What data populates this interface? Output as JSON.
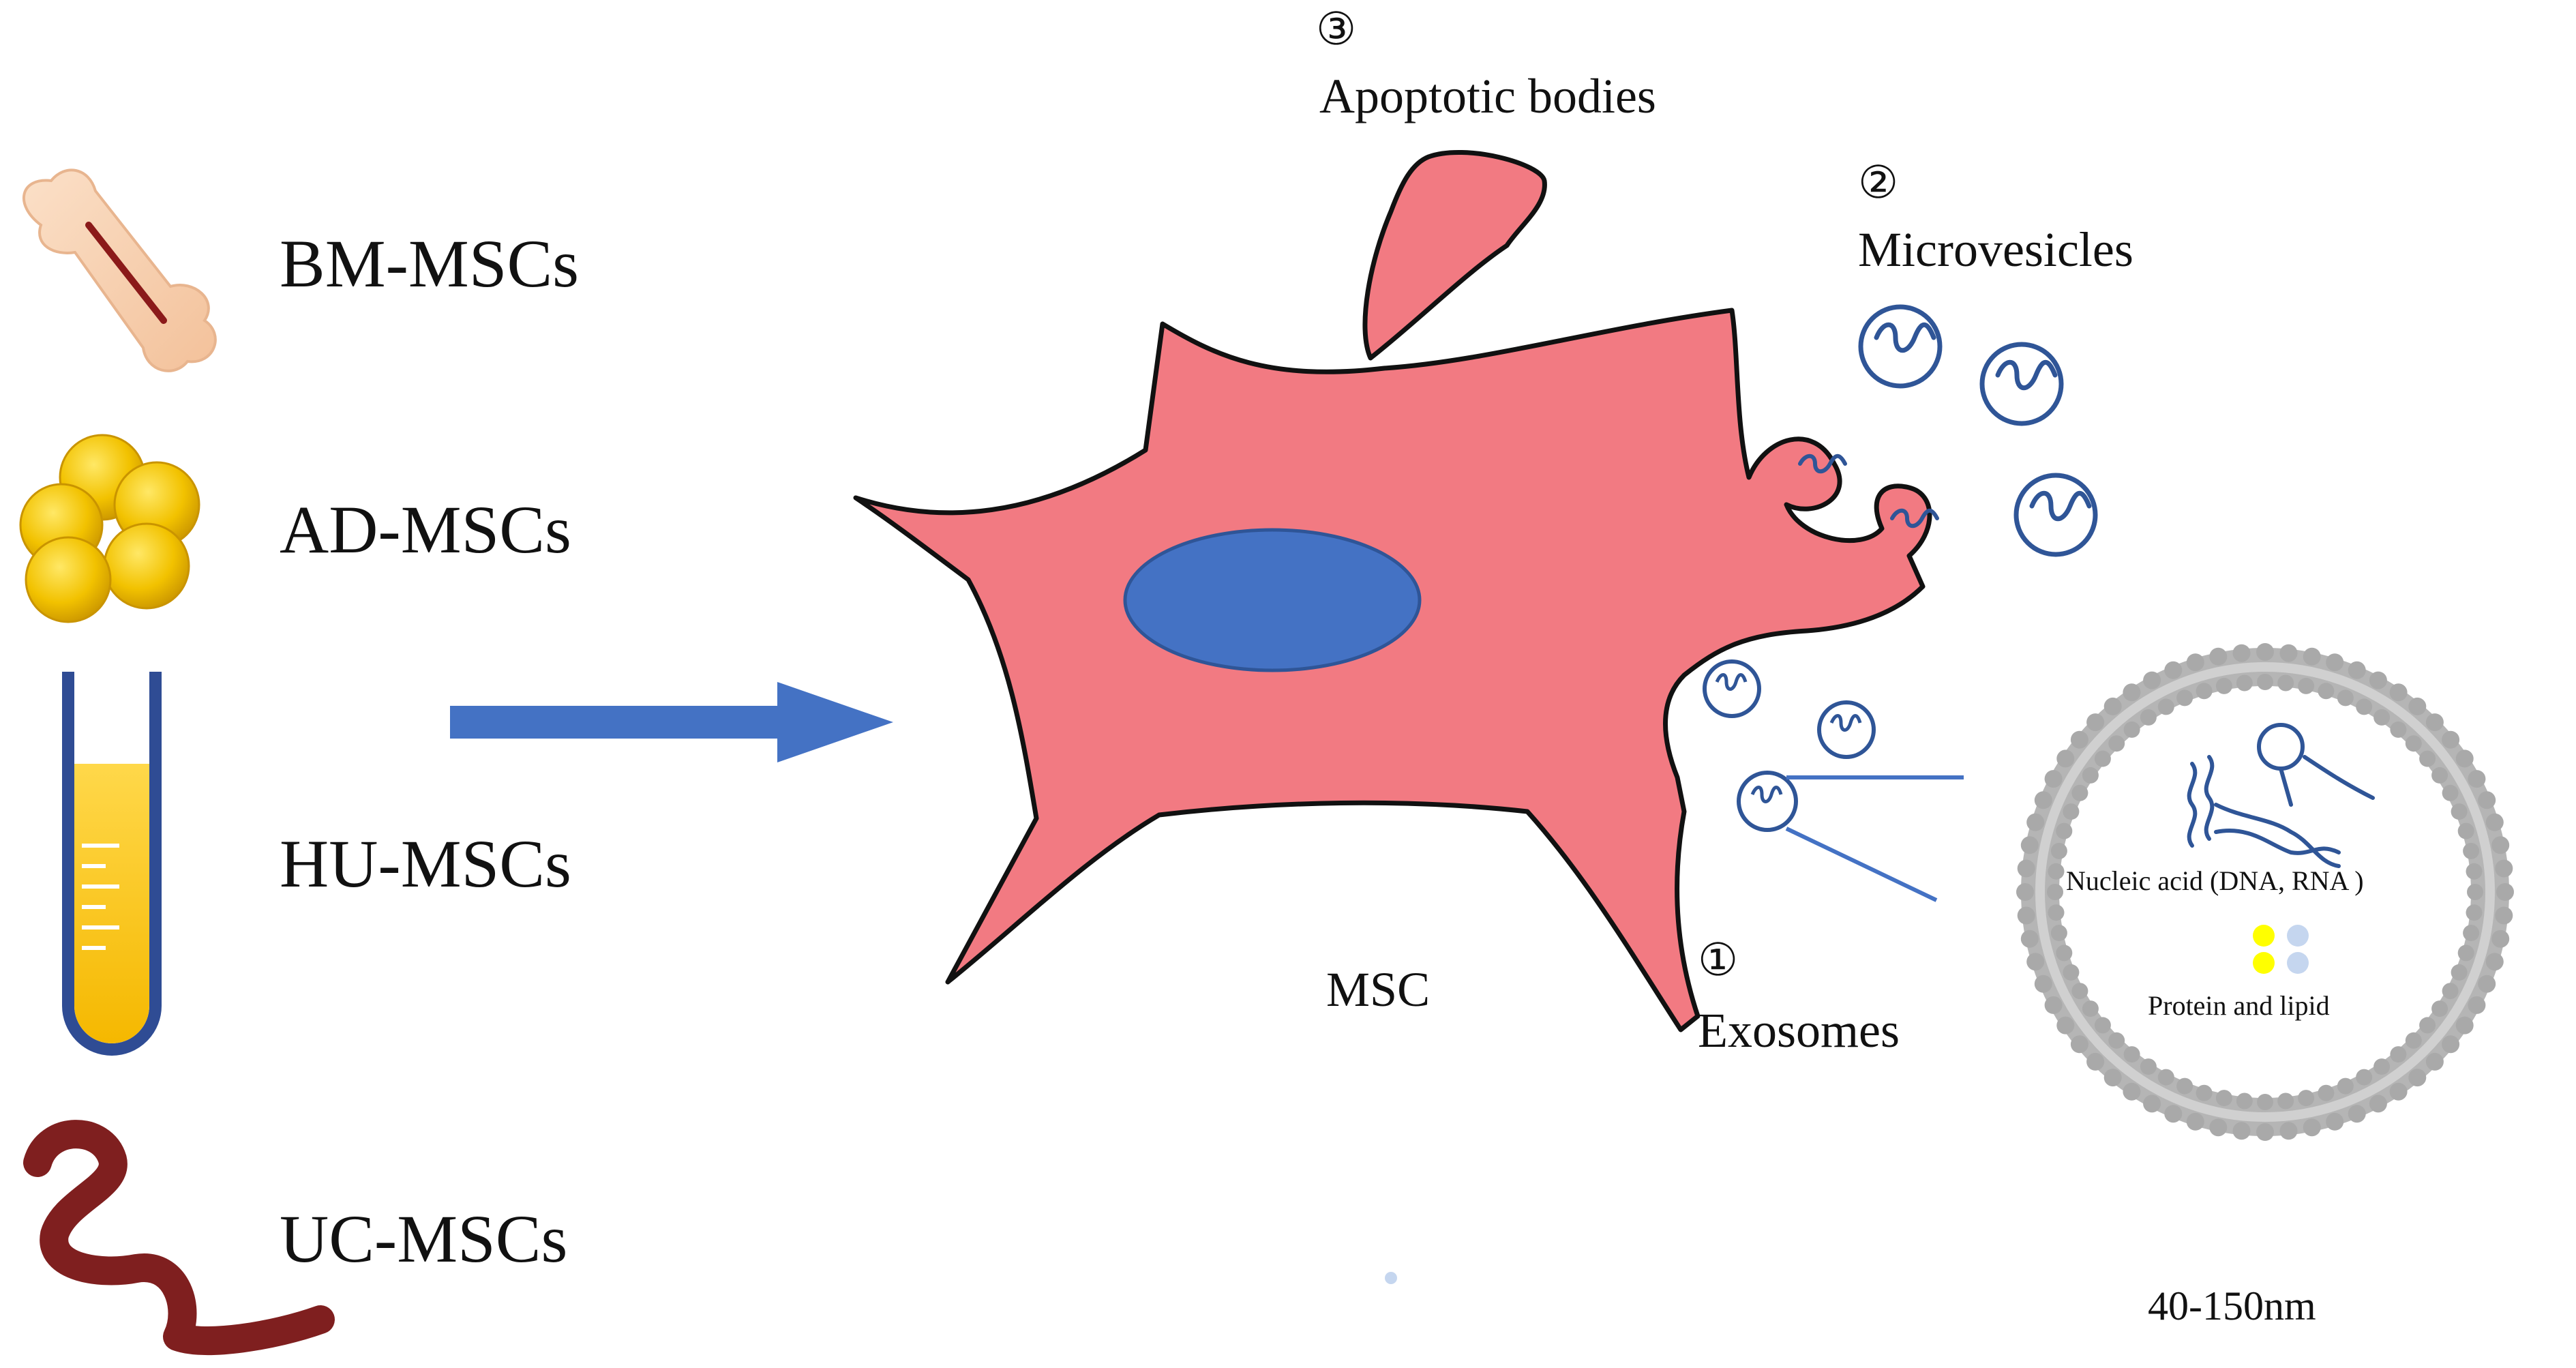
{
  "sources": [
    {
      "id": "bm",
      "label": "BM-MSCs",
      "icon": "bone-icon",
      "color": "#f7cfae"
    },
    {
      "id": "ad",
      "label": "AD-MSCs",
      "icon": "fat-cells-icon",
      "color": "#f2c200"
    },
    {
      "id": "hu",
      "label": "HU-MSCs",
      "icon": "test-tube-icon",
      "color": "#2f4c94"
    },
    {
      "id": "uc",
      "label": "UC-MSCs",
      "icon": "umbilical-cord-icon",
      "color": "#7f1f1f"
    }
  ],
  "cell": {
    "label": "MSC",
    "body_color": "#f27a82",
    "nucleus_color": "#4472c4"
  },
  "vesicles": {
    "apoptotic": {
      "number": "③",
      "label": "Apoptotic bodies"
    },
    "microvesicles": {
      "number": "②",
      "label": "Microvesicles"
    },
    "exosomes": {
      "number": "①",
      "label": "Exosomes"
    }
  },
  "exosome_detail": {
    "nucleic_label": "Nucleic acid (DNA, RNA )",
    "protein_label": "Protein and lipid",
    "size_label": "40-150nm",
    "membrane_color": "#a9a9a9"
  },
  "colors": {
    "arrow": "#4472c4",
    "vesicle_stroke": "#2f5597"
  }
}
